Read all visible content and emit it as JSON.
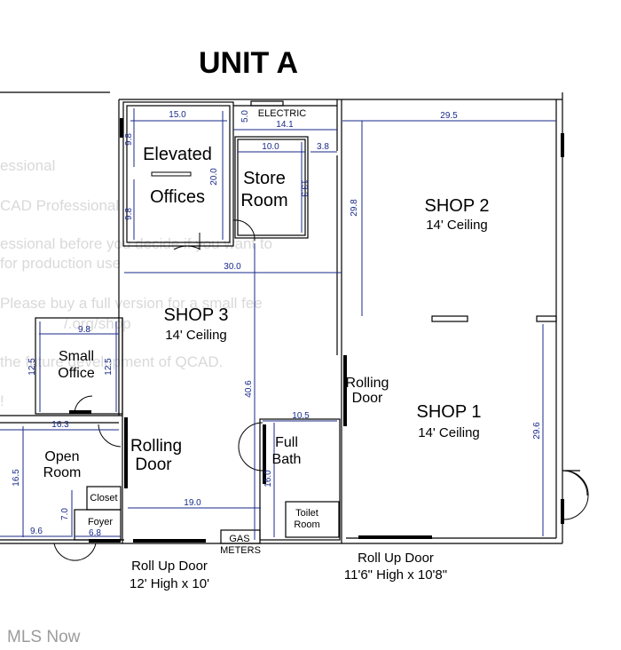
{
  "title": "UNIT A",
  "watermark_lines": [
    "essional",
    "CAD Professional",
    "essional before you decide if you want to",
    "for production use",
    "Please buy a full version for a small fee",
    "/.org/shop",
    "the future development of QCAD.",
    "!"
  ],
  "rooms": {
    "elevated_offices": [
      "Elevated",
      "Offices"
    ],
    "store_room": [
      "Store",
      "Room"
    ],
    "electric": "ELECTRIC",
    "shop2": {
      "name": "SHOP 2",
      "ceiling": "14' Ceiling"
    },
    "shop3": {
      "name": "SHOP 3",
      "ceiling": "14' Ceiling"
    },
    "shop1": {
      "name": "SHOP 1",
      "ceiling": "14' Ceiling"
    },
    "small_office": [
      "Small",
      "Office"
    ],
    "open_room": [
      "Open",
      "Room"
    ],
    "closet": "Closet",
    "foyer": "Foyer",
    "full_bath": [
      "Full",
      "Bath"
    ],
    "toilet_room": [
      "Toilet",
      "Room"
    ]
  },
  "doors": {
    "rolling_door_left": [
      "Rolling",
      "Door"
    ],
    "rolling_door_mid": [
      "Rolling",
      "Door"
    ],
    "gas_meters": [
      "GAS",
      "METERS"
    ],
    "rollup_left": [
      "Roll Up Door",
      "12' High x 10'"
    ],
    "rollup_right": [
      "Roll Up Door",
      "11'6\" High x 10'8\""
    ]
  },
  "dimensions": {
    "d15_0": "15.0",
    "d5_0": "5.0",
    "d14_1": "14.1",
    "d29_5": "29.5",
    "d9_8_a": "9.8",
    "d10_0": "10.0",
    "d3_8": "3.8",
    "d20_0": "20.0",
    "d13_3": "13.3",
    "d9_8_b": "9.8",
    "d29_8": "29.8",
    "d30_0": "30.0",
    "d9_8_c": "9.8",
    "d12_5_a": "12.5",
    "d12_5_b": "12.5",
    "d40_6": "40.6",
    "d16_3": "16.3",
    "d10_5": "10.5",
    "d29_6": "29.6",
    "d16_5": "16.5",
    "d16_0": "16.0",
    "d7_0": "7.0",
    "d19_0": "19.0",
    "d9_6": "9.6",
    "d6_8": "6.8"
  },
  "footer": "MLS Now",
  "colors": {
    "dimension": "#1a2a8a",
    "wall": "#000000",
    "watermark": "#d9d9d9"
  }
}
